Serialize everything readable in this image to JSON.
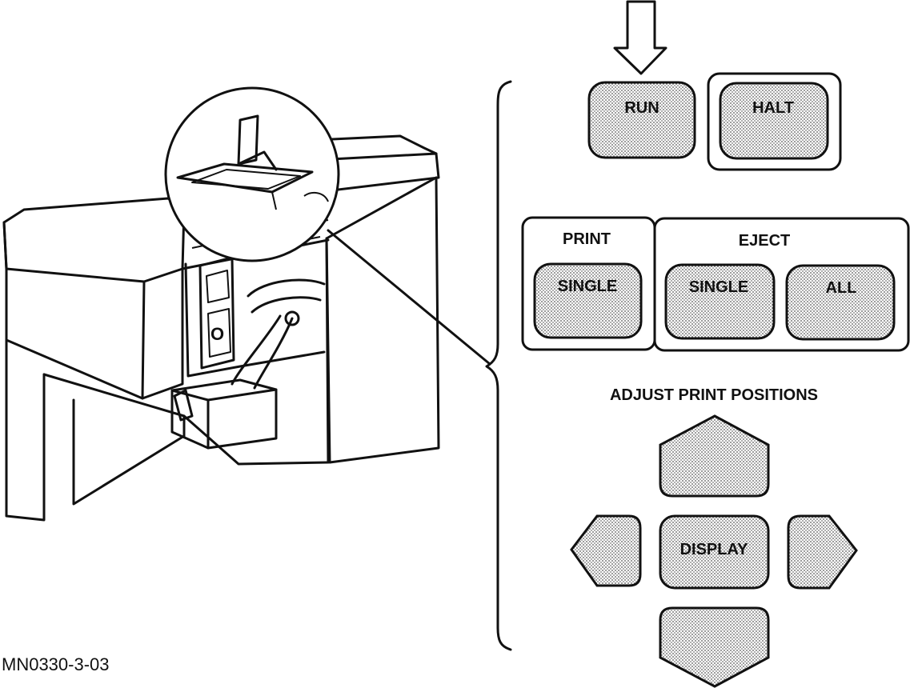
{
  "figure_code": "MN0330-3-03",
  "illustration": {
    "switch_symbol": "O"
  },
  "panel": {
    "top_keys": [
      {
        "label": "RUN"
      },
      {
        "label": "HALT"
      }
    ],
    "print_group": {
      "title": "PRINT",
      "key": "SINGLE"
    },
    "eject_group": {
      "title": "EJECT",
      "keys": [
        "SINGLE",
        "ALL"
      ]
    },
    "adjust": {
      "title": "ADJUST PRINT POSITIONS",
      "center_key": "DISPLAY"
    }
  },
  "icons": [
    "down-arrow-icon",
    "brace-icon",
    "magnifier-circle-icon"
  ]
}
